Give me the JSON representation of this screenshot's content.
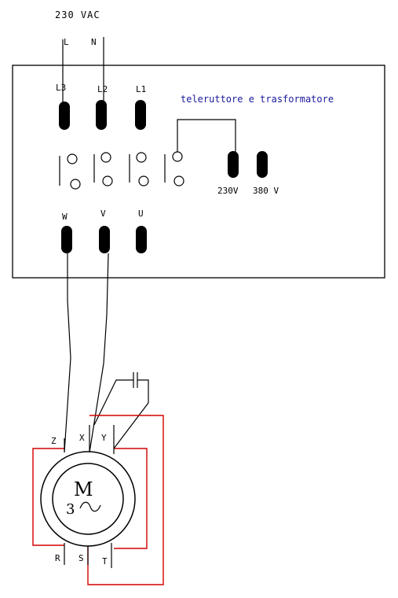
{
  "supply": {
    "label": "230 VAC",
    "line_label": "L",
    "neutral_label": "N"
  },
  "box": {
    "title": "teleruttore e trasformatore",
    "inputs": [
      "L3",
      "L2",
      "L1"
    ],
    "outputs": [
      "W",
      "V",
      "U"
    ],
    "transformer_label_230": "230V",
    "transformer_label_380": "380 V"
  },
  "motor": {
    "symbol": "M",
    "phases": "3",
    "top_terminals": [
      "Z",
      "X",
      "Y"
    ],
    "bottom_terminals": [
      "R",
      "S",
      "T"
    ]
  },
  "colors": {
    "wire": "#000000",
    "red_wire": "#d40000",
    "title_text": "#1a1a9c"
  }
}
